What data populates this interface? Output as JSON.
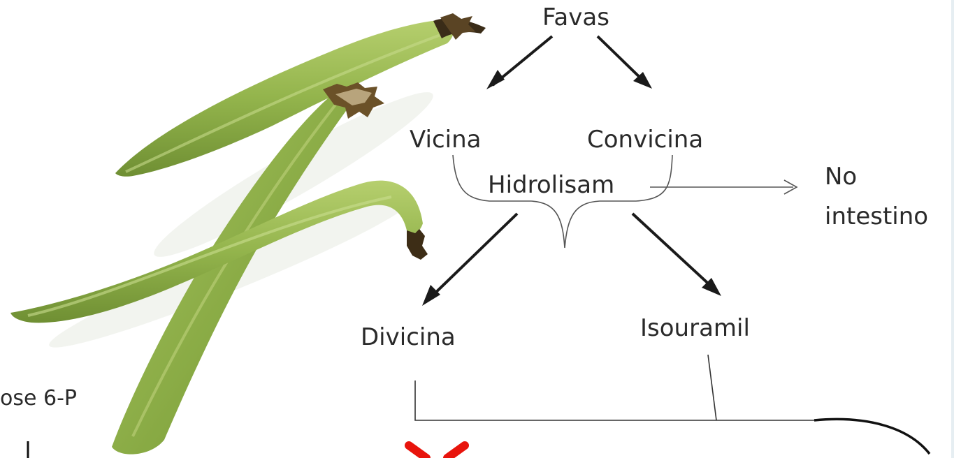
{
  "diagram": {
    "nodes": {
      "favas": "Favas",
      "vicina": "Vicina",
      "convicina": "Convicina",
      "hidrolisam": "Hidrolisam",
      "no_intestino_line1": "No",
      "no_intestino_line2": "intestino",
      "divicina": "Divicina",
      "isouramil": "Isouramil",
      "left_partial": "ose 6-P"
    },
    "mark": {
      "color": "#e8140c",
      "label": "red X mark (cropped)"
    },
    "image": {
      "description": "fava bean pods",
      "pod_color": "#8fb04a"
    }
  }
}
